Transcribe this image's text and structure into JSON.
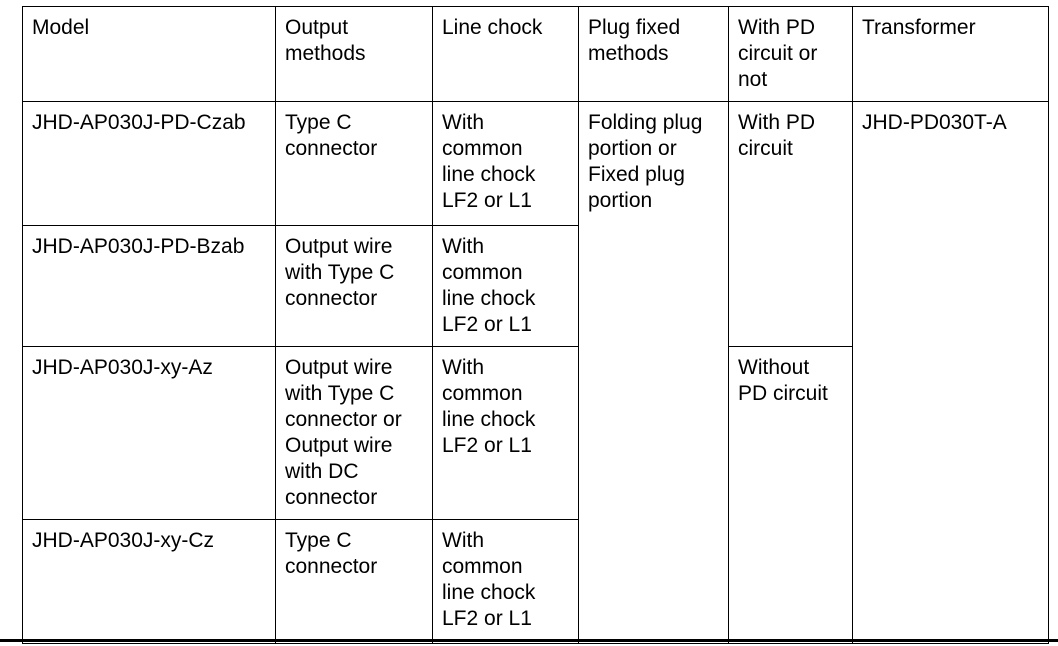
{
  "table": {
    "headers": [
      "Model",
      "Output\nmethods",
      "Line chock",
      "Plug fixed\nmethods",
      "With PD\ncircuit or\nnot",
      "Transformer"
    ],
    "rows": [
      {
        "model": "JHD-AP030J-PD-Czab",
        "output_methods": "Type C\nconnector",
        "line_chock": "With\ncommon\nline chock\nLF2 or L1",
        "plug_fixed_methods": "Folding plug\nportion or\nFixed plug\nportion",
        "pd_circuit": "With PD\ncircuit",
        "transformer": "JHD-PD030T-A"
      },
      {
        "model": "JHD-AP030J-PD-Bzab",
        "output_methods": "Output wire\nwith Type C\nconnector",
        "line_chock": "With\ncommon\nline chock\nLF2 or L1"
      },
      {
        "model": "JHD-AP030J-xy-Az",
        "output_methods": "Output wire\nwith Type C\nconnector or\nOutput wire\nwith DC\nconnector",
        "line_chock": "With\ncommon\nline chock\nLF2 or L1",
        "pd_circuit": "Without\nPD circuit"
      },
      {
        "model": "JHD-AP030J-xy-Cz",
        "output_methods": "Type C\nconnector",
        "line_chock": "With\ncommon\nline chock\nLF2 or L1"
      }
    ],
    "colors": {
      "border": "#000000",
      "text": "#000000",
      "background": "#ffffff"
    }
  }
}
